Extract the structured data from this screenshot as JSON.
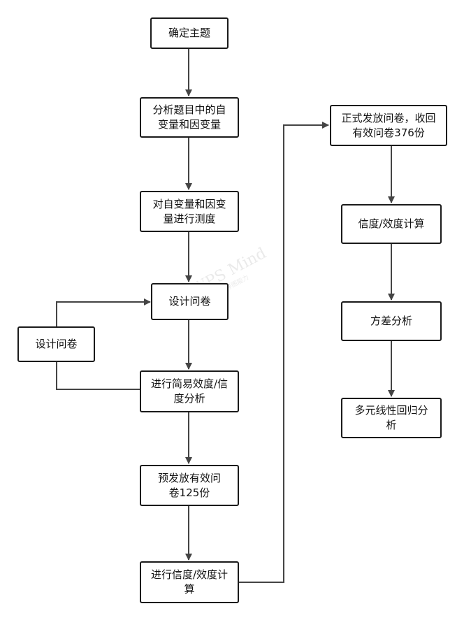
{
  "nodes": {
    "n1": {
      "lines": [
        "确定主题"
      ]
    },
    "n2": {
      "lines": [
        "分析题目中的自",
        "变量和因变量"
      ]
    },
    "n3": {
      "lines": [
        "对自变量和因变",
        "量进行测度"
      ]
    },
    "n4": {
      "lines": [
        "设计问卷"
      ]
    },
    "n_side": {
      "lines": [
        "设计问卷"
      ]
    },
    "n5": {
      "lines": [
        "进行简易效度/信",
        "度分析"
      ]
    },
    "n6": {
      "lines": [
        "预发放有效问",
        "卷125份"
      ]
    },
    "n7": {
      "lines": [
        "进行信度/效度计",
        "算"
      ]
    },
    "r1": {
      "lines": [
        "正式发放问卷，收回",
        "有效问卷376份"
      ]
    },
    "r2": {
      "lines": [
        "信度/效度计算"
      ]
    },
    "r3": {
      "lines": [
        "方差分析"
      ]
    },
    "r4": {
      "lines": [
        "多元线性回归分",
        "析"
      ]
    }
  },
  "watermark": {
    "main": "WPS Mind",
    "sub": "WPS思维导图能力"
  },
  "colors": {
    "stroke": "#1a1a1a",
    "edge": "#444444",
    "background": "#ffffff"
  }
}
